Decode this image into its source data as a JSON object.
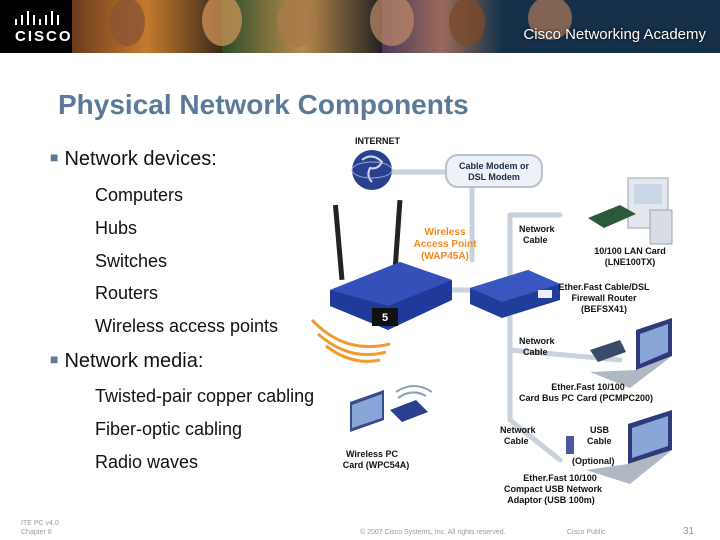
{
  "header": {
    "logo_text": "CISCO.",
    "academy_text": "Cisco Networking Academy"
  },
  "slide": {
    "title": "Physical Network Components",
    "sections": [
      {
        "heading": "Network devices:",
        "items": [
          "Computers",
          "Hubs",
          "Switches",
          "Routers",
          "Wireless access points"
        ]
      },
      {
        "heading": "Network media:",
        "items": [
          "Twisted-pair copper cabling",
          "Fiber-optic cabling",
          "Radio waves"
        ]
      }
    ]
  },
  "diagram": {
    "internet": "INTERNET",
    "cable_modem": [
      "Cable Modem or",
      "DSL Modem"
    ],
    "wireless_ap": [
      "Wireless",
      "Access Point",
      "(WAP45A)"
    ],
    "network_cable_1": [
      "Network",
      "Cable"
    ],
    "lan_card": [
      "10/100 LAN Card",
      "(LNE100TX)"
    ],
    "router": [
      "Ether.Fast Cable/DSL",
      "Firewall Router",
      "(BEFSX41)"
    ],
    "network_cable_2": [
      "Network",
      "Cable"
    ],
    "pc_card": [
      "Ether.Fast 10/100",
      "Card Bus PC Card (PCMPC200)"
    ],
    "network_cable_3": [
      "Network",
      "Cable"
    ],
    "usb_cable": [
      "USB",
      "Cable"
    ],
    "optional": "(Optional)",
    "wireless_pc_card": [
      "Wireless PC",
      "Card (WPC54A)"
    ],
    "usb_adaptor": [
      "Ether.Fast 10/100",
      "Compact USB Network",
      "Adaptor (USB 100m)"
    ]
  },
  "footer": {
    "course": [
      "ITE PC v4.0",
      "Chapter 8"
    ],
    "copyright": "© 2007 Cisco Systems, Inc. All rights reserved.",
    "classification": "Cisco Public",
    "page": "31"
  }
}
